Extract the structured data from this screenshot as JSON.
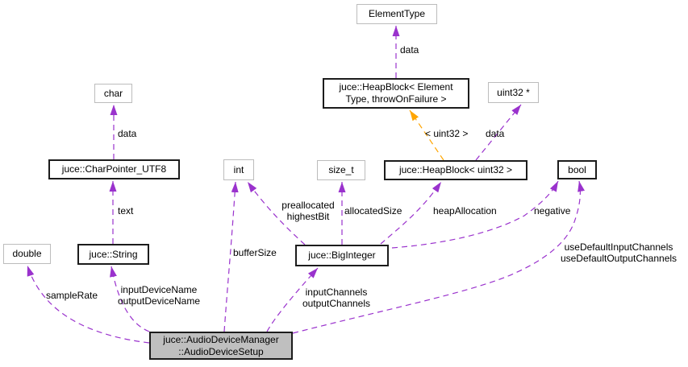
{
  "colors": {
    "edge": "#9a32cd",
    "template_edge": "#ffa500",
    "node_fill": "#ffffff",
    "main_fill": "#bfbfbf",
    "gray_border": "#bcbcbc",
    "black_border": "#1c1c1c"
  },
  "nodes": [
    {
      "id": "element-type",
      "label": "ElementType"
    },
    {
      "id": "heapblock-element",
      "label": "juce::HeapBlock< Element\nType, throwOnFailure >"
    },
    {
      "id": "uint32-ptr",
      "label": "uint32 *"
    },
    {
      "id": "char",
      "label": "char"
    },
    {
      "id": "charpointer-utf8",
      "label": "juce::CharPointer_UTF8"
    },
    {
      "id": "int",
      "label": "int"
    },
    {
      "id": "size-t",
      "label": "size_t"
    },
    {
      "id": "heapblock-uint32",
      "label": "juce::HeapBlock< uint32 >"
    },
    {
      "id": "bool",
      "label": "bool"
    },
    {
      "id": "double",
      "label": "double"
    },
    {
      "id": "string",
      "label": "juce::String"
    },
    {
      "id": "biginteger",
      "label": "juce::BigInteger"
    },
    {
      "id": "audio-device-setup",
      "label": "juce::AudioDeviceManager\n::AudioDeviceSetup"
    }
  ],
  "edge_labels": [
    {
      "id": "data-elementtype",
      "text": "data"
    },
    {
      "id": "template-uint32",
      "text": "< uint32 >"
    },
    {
      "id": "data-uint32ptr",
      "text": "data"
    },
    {
      "id": "data-char",
      "text": "data"
    },
    {
      "id": "text",
      "text": "text"
    },
    {
      "id": "preallocated",
      "text": "preallocated\nhighestBit"
    },
    {
      "id": "allocatedsize",
      "text": "allocatedSize"
    },
    {
      "id": "heapallocation",
      "text": "heapAllocation"
    },
    {
      "id": "negative",
      "text": "negative"
    },
    {
      "id": "usedefault",
      "text": "useDefaultInputChannels\nuseDefaultOutputChannels"
    },
    {
      "id": "samplerate",
      "text": "sampleRate"
    },
    {
      "id": "inputdevicename",
      "text": "inputDeviceName\noutputDeviceName"
    },
    {
      "id": "buffersize",
      "text": "bufferSize"
    },
    {
      "id": "inputchannels",
      "text": "inputChannels\noutputChannels"
    }
  ]
}
